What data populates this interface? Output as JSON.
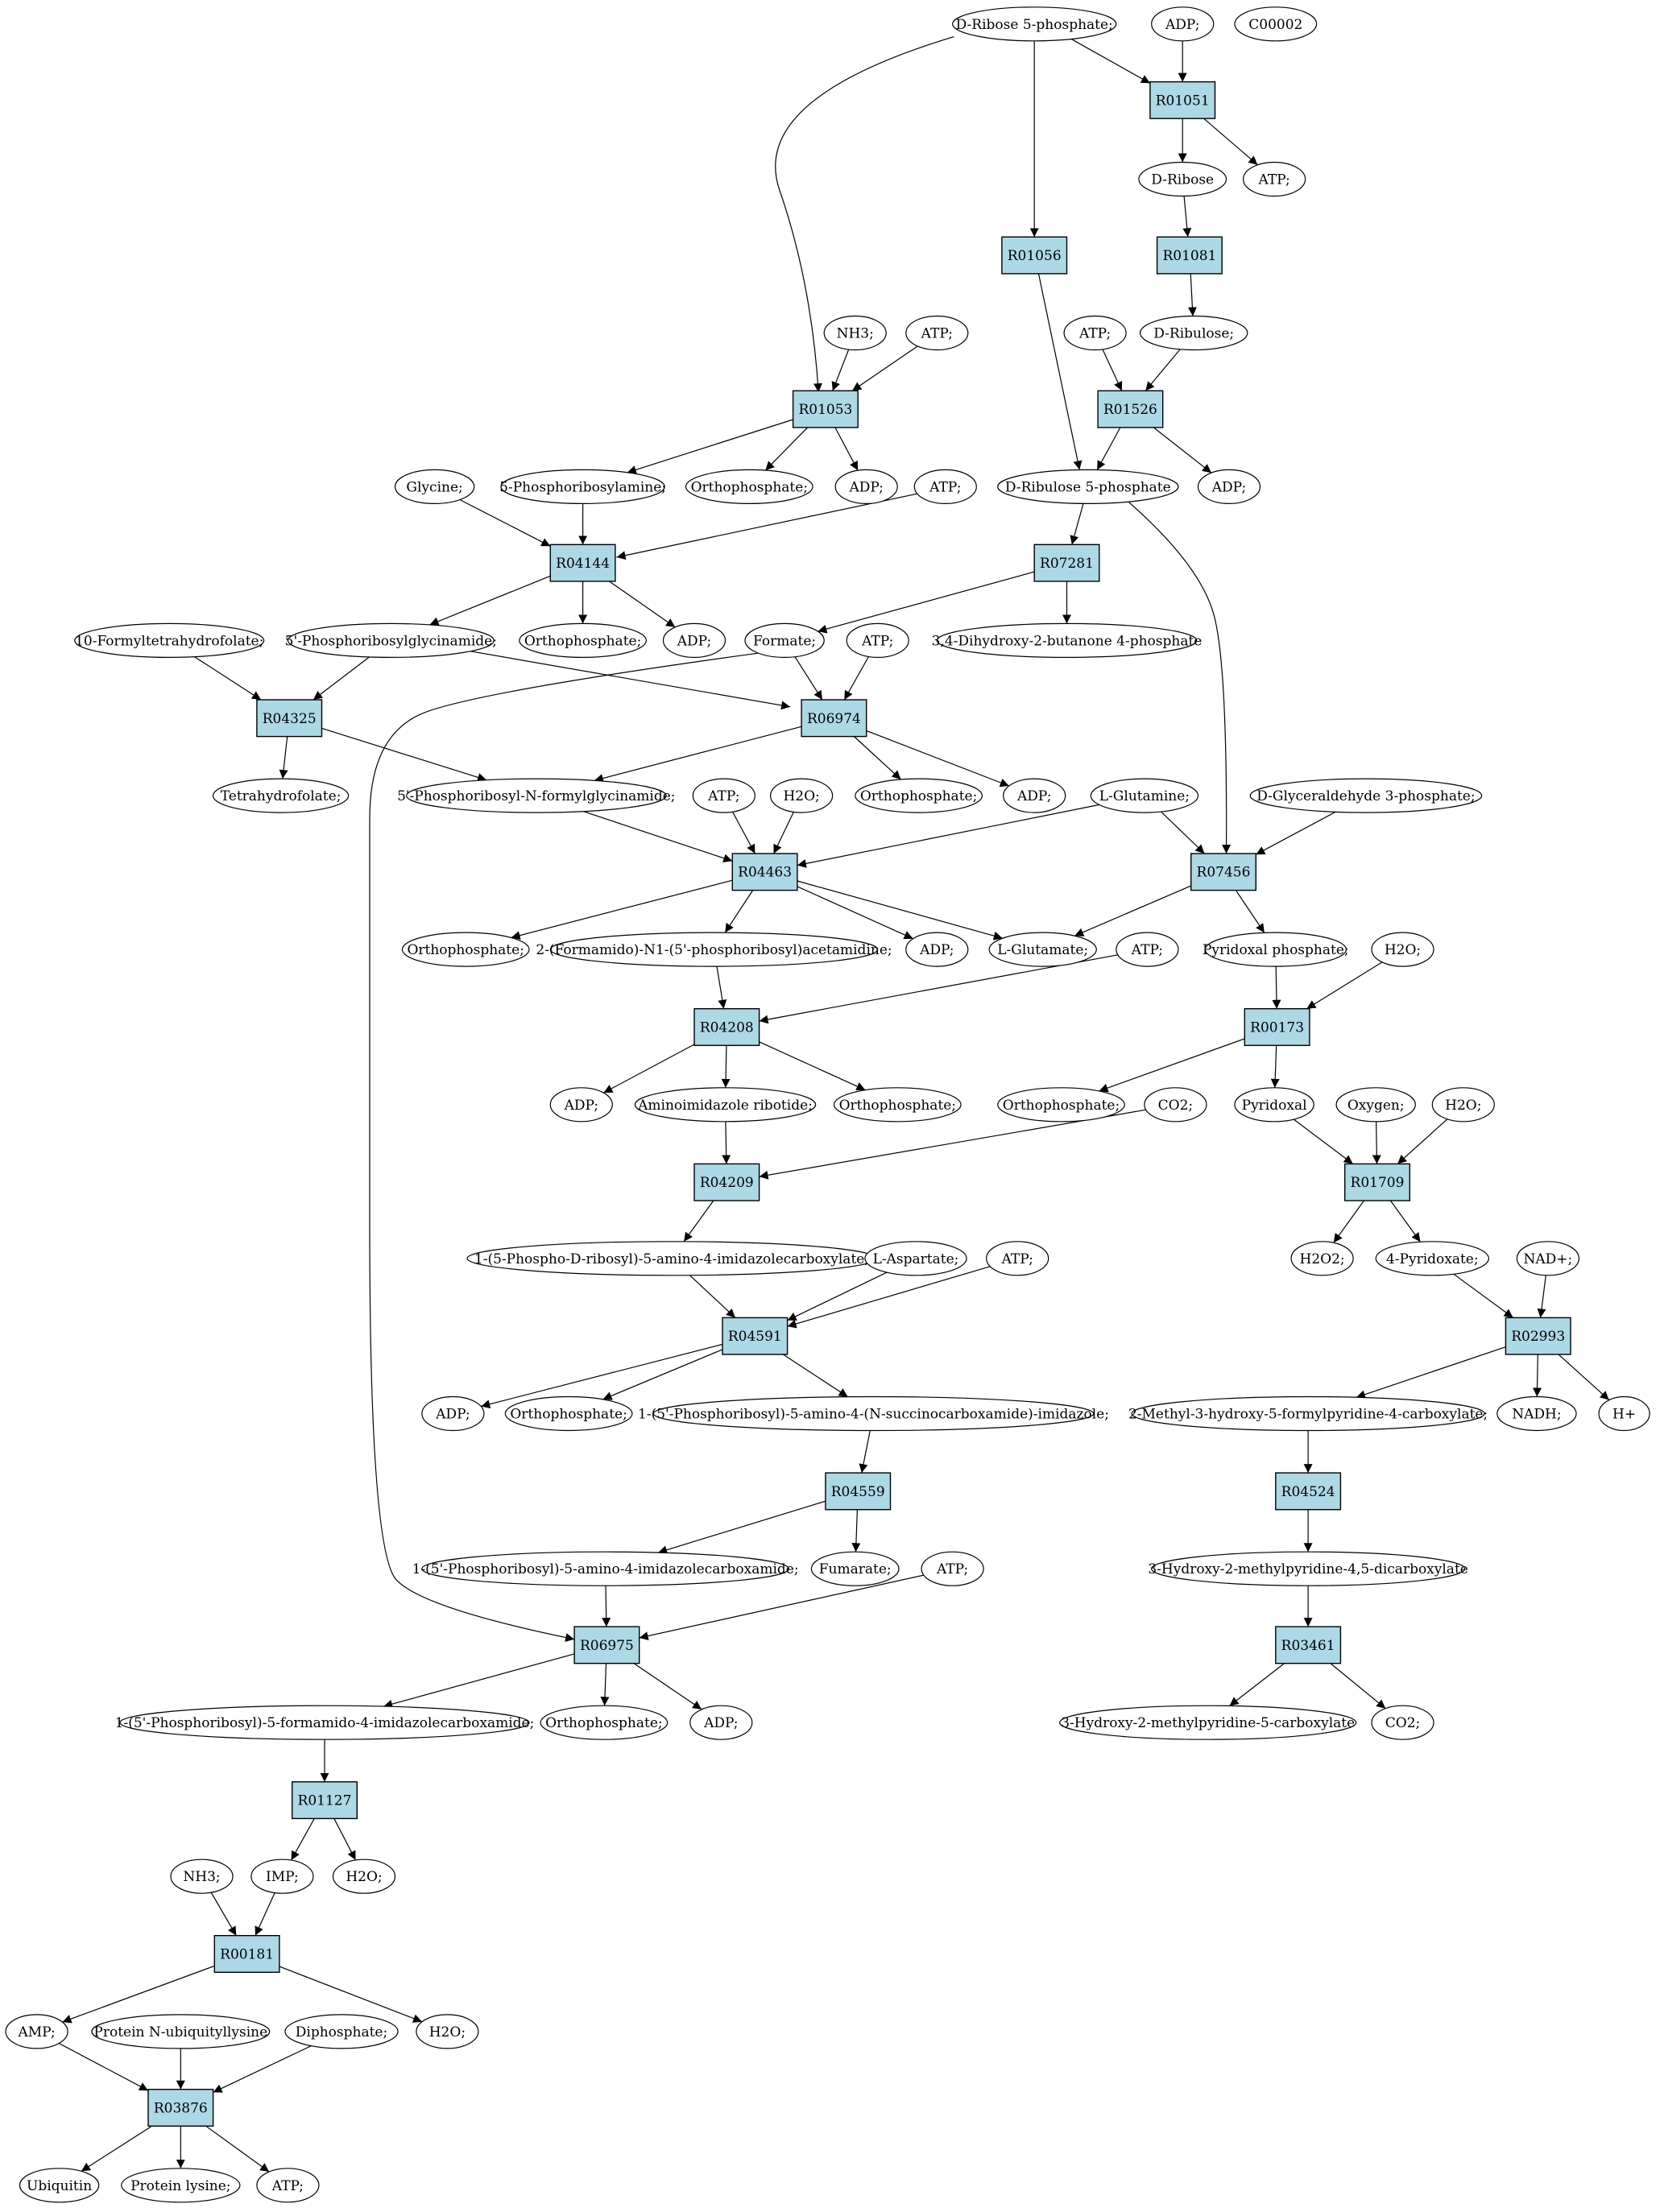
{
  "graph": {
    "title": "",
    "colors": {
      "reaction": "#add8e6",
      "start": "#00ee00",
      "highlight": "#ffff00",
      "metabolite": "#ffffff",
      "stroke": "#000000"
    },
    "reactions": [
      {
        "id": "r01051",
        "label": "R01051"
      },
      {
        "id": "r01056",
        "label": "R01056"
      },
      {
        "id": "r01081",
        "label": "R01081"
      },
      {
        "id": "r01053",
        "label": "R01053"
      },
      {
        "id": "r01526",
        "label": "R01526"
      },
      {
        "id": "r04144",
        "label": "R04144"
      },
      {
        "id": "r07281",
        "label": "R07281"
      },
      {
        "id": "r04325",
        "label": "R04325"
      },
      {
        "id": "r06974",
        "label": "R06974"
      },
      {
        "id": "r04463",
        "label": "R04463"
      },
      {
        "id": "r07456",
        "label": "R07456"
      },
      {
        "id": "r04208",
        "label": "R04208"
      },
      {
        "id": "r00173",
        "label": "R00173"
      },
      {
        "id": "r04209",
        "label": "R04209"
      },
      {
        "id": "r01709",
        "label": "R01709"
      },
      {
        "id": "r04591",
        "label": "R04591"
      },
      {
        "id": "r02993",
        "label": "R02993"
      },
      {
        "id": "r04559",
        "label": "R04559"
      },
      {
        "id": "r04524",
        "label": "R04524"
      },
      {
        "id": "r06975",
        "label": "R06975"
      },
      {
        "id": "r03461",
        "label": "R03461"
      },
      {
        "id": "r01127",
        "label": "R01127"
      },
      {
        "id": "r00181",
        "label": "R00181"
      },
      {
        "id": "r03876",
        "label": "R03876"
      }
    ],
    "metabolites": [
      {
        "id": "m_ribose5p",
        "label": "D-Ribose 5-phosphate;",
        "style": "start"
      },
      {
        "id": "m_adp_top",
        "label": "ADP;"
      },
      {
        "id": "m_c00002",
        "label": "C00002",
        "style": "highlight"
      },
      {
        "id": "m_dribose",
        "label": "D-Ribose"
      },
      {
        "id": "m_atp_top",
        "label": "ATP;"
      },
      {
        "id": "m_nh3_1",
        "label": "NH3;"
      },
      {
        "id": "m_atp_1",
        "label": "ATP;"
      },
      {
        "id": "m_atp_2",
        "label": "ATP;"
      },
      {
        "id": "m_dribulose",
        "label": "D-Ribulose;"
      },
      {
        "id": "m_glycine",
        "label": "Glycine;"
      },
      {
        "id": "m_5pra",
        "label": "5-Phosphoribosylamine;"
      },
      {
        "id": "m_pi_1",
        "label": "Orthophosphate;"
      },
      {
        "id": "m_adp_1",
        "label": "ADP;"
      },
      {
        "id": "m_atp_3",
        "label": "ATP;"
      },
      {
        "id": "m_ribulose5p",
        "label": "D-Ribulose 5-phosphate"
      },
      {
        "id": "m_adp_2",
        "label": "ADP;"
      },
      {
        "id": "m_fthf",
        "label": "10-Formyltetrahydrofolate;"
      },
      {
        "id": "m_gar",
        "label": "5'-Phosphoribosylglycinamide;"
      },
      {
        "id": "m_pi_2",
        "label": "Orthophosphate;"
      },
      {
        "id": "m_adp_3",
        "label": "ADP;"
      },
      {
        "id": "m_formate",
        "label": "Formate;"
      },
      {
        "id": "m_atp_4",
        "label": "ATP;"
      },
      {
        "id": "m_dhbp",
        "label": "3,4-Dihydroxy-2-butanone 4-phosphate"
      },
      {
        "id": "m_thf",
        "label": "Tetrahydrofolate;"
      },
      {
        "id": "m_fgar",
        "label": "5'-Phosphoribosyl-N-formylglycinamide;"
      },
      {
        "id": "m_atp_5",
        "label": "ATP;"
      },
      {
        "id": "m_h2o_1",
        "label": "H2O;"
      },
      {
        "id": "m_pi_3",
        "label": "Orthophosphate;"
      },
      {
        "id": "m_adp_4",
        "label": "ADP;"
      },
      {
        "id": "m_gln",
        "label": "L-Glutamine;"
      },
      {
        "id": "m_g3p",
        "label": "D-Glyceraldehyde 3-phosphate;"
      },
      {
        "id": "m_pi_4",
        "label": "Orthophosphate;"
      },
      {
        "id": "m_fgam",
        "label": "2-(Formamido)-N1-(5'-phosphoribosyl)acetamidine;"
      },
      {
        "id": "m_adp_5",
        "label": "ADP;"
      },
      {
        "id": "m_glu",
        "label": "L-Glutamate;"
      },
      {
        "id": "m_atp_6",
        "label": "ATP;"
      },
      {
        "id": "m_plp",
        "label": "Pyridoxal phosphate;"
      },
      {
        "id": "m_h2o_2",
        "label": "H2O;"
      },
      {
        "id": "m_adp_6",
        "label": "ADP;"
      },
      {
        "id": "m_air",
        "label": "Aminoimidazole ribotide;"
      },
      {
        "id": "m_pi_5",
        "label": "Orthophosphate;"
      },
      {
        "id": "m_pi_6",
        "label": "Orthophosphate;"
      },
      {
        "id": "m_co2_1",
        "label": "CO2;"
      },
      {
        "id": "m_pyridoxal",
        "label": "Pyridoxal"
      },
      {
        "id": "m_oxygen",
        "label": "Oxygen;"
      },
      {
        "id": "m_h2o_3",
        "label": "H2O;"
      },
      {
        "id": "m_cair",
        "label": "1-(5-Phospho-D-ribosyl)-5-amino-4-imidazolecarboxylate;"
      },
      {
        "id": "m_asp",
        "label": "L-Aspartate;"
      },
      {
        "id": "m_atp_7",
        "label": "ATP;"
      },
      {
        "id": "m_h2o2",
        "label": "H2O2;"
      },
      {
        "id": "m_4pyridoxate",
        "label": "4-Pyridoxate;"
      },
      {
        "id": "m_nad",
        "label": "NAD+;"
      },
      {
        "id": "m_adp_7",
        "label": "ADP;"
      },
      {
        "id": "m_pi_7",
        "label": "Orthophosphate;"
      },
      {
        "id": "m_saicar",
        "label": "1-(5'-Phosphoribosyl)-5-amino-4-(N-succinocarboxamide)-imidazole;"
      },
      {
        "id": "m_mhfpc",
        "label": "2-Methyl-3-hydroxy-5-formylpyridine-4-carboxylate;"
      },
      {
        "id": "m_nadh",
        "label": "NADH;"
      },
      {
        "id": "m_h",
        "label": "H+"
      },
      {
        "id": "m_aicar",
        "label": "1-(5'-Phosphoribosyl)-5-amino-4-imidazolecarboxamide;"
      },
      {
        "id": "m_fumarate",
        "label": "Fumarate;"
      },
      {
        "id": "m_atp_8",
        "label": "ATP;"
      },
      {
        "id": "m_hmpdc",
        "label": "3-Hydroxy-2-methylpyridine-4,5-dicarboxylate"
      },
      {
        "id": "m_faicar",
        "label": "1-(5'-Phosphoribosyl)-5-formamido-4-imidazolecarboxamide;"
      },
      {
        "id": "m_pi_8",
        "label": "Orthophosphate;"
      },
      {
        "id": "m_adp_8",
        "label": "ADP;"
      },
      {
        "id": "m_hmpc",
        "label": "3-Hydroxy-2-methylpyridine-5-carboxylate"
      },
      {
        "id": "m_co2_2",
        "label": "CO2;"
      },
      {
        "id": "m_nh3_2",
        "label": "NH3;"
      },
      {
        "id": "m_imp",
        "label": "IMP;"
      },
      {
        "id": "m_h2o_4",
        "label": "H2O;"
      },
      {
        "id": "m_amp",
        "label": "AMP;"
      },
      {
        "id": "m_prot_ub",
        "label": "Protein N-ubiquityllysine"
      },
      {
        "id": "m_diphosphate",
        "label": "Diphosphate;"
      },
      {
        "id": "m_h2o_5",
        "label": "H2O;"
      },
      {
        "id": "m_ubiquitin",
        "label": "Ubiquitin"
      },
      {
        "id": "m_prot_lys",
        "label": "Protein lysine;"
      },
      {
        "id": "m_atp_9",
        "label": "ATP;"
      }
    ],
    "edges": [
      [
        "m_ribose5p",
        "r01053"
      ],
      [
        "m_ribose5p",
        "r01056"
      ],
      [
        "m_ribose5p",
        "r01051"
      ],
      [
        "m_adp_top",
        "r01051"
      ],
      [
        "r01051",
        "m_dribose"
      ],
      [
        "r01051",
        "m_atp_top"
      ],
      [
        "m_dribose",
        "r01081"
      ],
      [
        "r01081",
        "m_dribulose"
      ],
      [
        "m_nh3_1",
        "r01053"
      ],
      [
        "m_atp_1",
        "r01053"
      ],
      [
        "r01053",
        "m_5pra"
      ],
      [
        "r01053",
        "m_pi_1"
      ],
      [
        "r01053",
        "m_adp_1"
      ],
      [
        "m_atp_2",
        "r01526"
      ],
      [
        "m_dribulose",
        "r01526"
      ],
      [
        "r01526",
        "m_ribulose5p"
      ],
      [
        "r01526",
        "m_adp_2"
      ],
      [
        "r01056",
        "m_ribulose5p"
      ],
      [
        "m_glycine",
        "r04144"
      ],
      [
        "m_5pra",
        "r04144"
      ],
      [
        "m_atp_3",
        "r04144"
      ],
      [
        "r04144",
        "m_gar"
      ],
      [
        "r04144",
        "m_pi_2"
      ],
      [
        "r04144",
        "m_adp_3"
      ],
      [
        "m_ribulose5p",
        "r07281"
      ],
      [
        "r07281",
        "m_formate"
      ],
      [
        "r07281",
        "m_dhbp"
      ],
      [
        "m_ribulose5p",
        "r07456"
      ],
      [
        "m_fthf",
        "r04325"
      ],
      [
        "m_gar",
        "r04325"
      ],
      [
        "r04325",
        "m_thf"
      ],
      [
        "r04325",
        "m_fgar"
      ],
      [
        "m_gar",
        "r06974"
      ],
      [
        "m_formate",
        "r06974"
      ],
      [
        "m_atp_4",
        "r06974"
      ],
      [
        "r06974",
        "m_fgar"
      ],
      [
        "r06974",
        "m_pi_3"
      ],
      [
        "r06974",
        "m_adp_4"
      ],
      [
        "m_fgar",
        "r04463"
      ],
      [
        "m_atp_5",
        "r04463"
      ],
      [
        "m_h2o_1",
        "r04463"
      ],
      [
        "m_gln",
        "r04463"
      ],
      [
        "r04463",
        "m_pi_4"
      ],
      [
        "r04463",
        "m_fgam"
      ],
      [
        "r04463",
        "m_adp_5"
      ],
      [
        "r04463",
        "m_glu"
      ],
      [
        "m_gln",
        "r07456"
      ],
      [
        "m_g3p",
        "r07456"
      ],
      [
        "r07456",
        "m_glu"
      ],
      [
        "r07456",
        "m_plp"
      ],
      [
        "m_fgam",
        "r04208"
      ],
      [
        "m_atp_6",
        "r04208"
      ],
      [
        "r04208",
        "m_adp_6"
      ],
      [
        "r04208",
        "m_air"
      ],
      [
        "r04208",
        "m_pi_5"
      ],
      [
        "m_plp",
        "r00173"
      ],
      [
        "m_h2o_2",
        "r00173"
      ],
      [
        "r00173",
        "m_pi_6"
      ],
      [
        "r00173",
        "m_pyridoxal"
      ],
      [
        "m_air",
        "r04209"
      ],
      [
        "m_co2_1",
        "r04209"
      ],
      [
        "r04209",
        "m_cair"
      ],
      [
        "m_pyridoxal",
        "r01709"
      ],
      [
        "m_oxygen",
        "r01709"
      ],
      [
        "m_h2o_3",
        "r01709"
      ],
      [
        "r01709",
        "m_h2o2"
      ],
      [
        "r01709",
        "m_4pyridoxate"
      ],
      [
        "m_cair",
        "r04591"
      ],
      [
        "m_asp",
        "r04591"
      ],
      [
        "m_atp_7",
        "r04591"
      ],
      [
        "r04591",
        "m_adp_7"
      ],
      [
        "r04591",
        "m_pi_7"
      ],
      [
        "r04591",
        "m_saicar"
      ],
      [
        "m_4pyridoxate",
        "r02993"
      ],
      [
        "m_nad",
        "r02993"
      ],
      [
        "r02993",
        "m_mhfpc"
      ],
      [
        "r02993",
        "m_nadh"
      ],
      [
        "r02993",
        "m_h"
      ],
      [
        "m_saicar",
        "r04559"
      ],
      [
        "r04559",
        "m_aicar"
      ],
      [
        "r04559",
        "m_fumarate"
      ],
      [
        "m_mhfpc",
        "r04524"
      ],
      [
        "r04524",
        "m_hmpdc"
      ],
      [
        "m_aicar",
        "r06975"
      ],
      [
        "m_atp_8",
        "r06975"
      ],
      [
        "m_formate",
        "r06975"
      ],
      [
        "r06975",
        "m_faicar"
      ],
      [
        "r06975",
        "m_pi_8"
      ],
      [
        "r06975",
        "m_adp_8"
      ],
      [
        "m_hmpdc",
        "r03461"
      ],
      [
        "r03461",
        "m_hmpc"
      ],
      [
        "r03461",
        "m_co2_2"
      ],
      [
        "m_faicar",
        "r01127"
      ],
      [
        "r01127",
        "m_imp"
      ],
      [
        "r01127",
        "m_h2o_4"
      ],
      [
        "m_nh3_2",
        "r00181"
      ],
      [
        "m_imp",
        "r00181"
      ],
      [
        "r00181",
        "m_amp"
      ],
      [
        "r00181",
        "m_h2o_5"
      ],
      [
        "m_amp",
        "r03876"
      ],
      [
        "m_prot_ub",
        "r03876"
      ],
      [
        "m_diphosphate",
        "r03876"
      ],
      [
        "r03876",
        "m_ubiquitin"
      ],
      [
        "r03876",
        "m_prot_lys"
      ],
      [
        "r03876",
        "m_atp_9"
      ]
    ]
  }
}
